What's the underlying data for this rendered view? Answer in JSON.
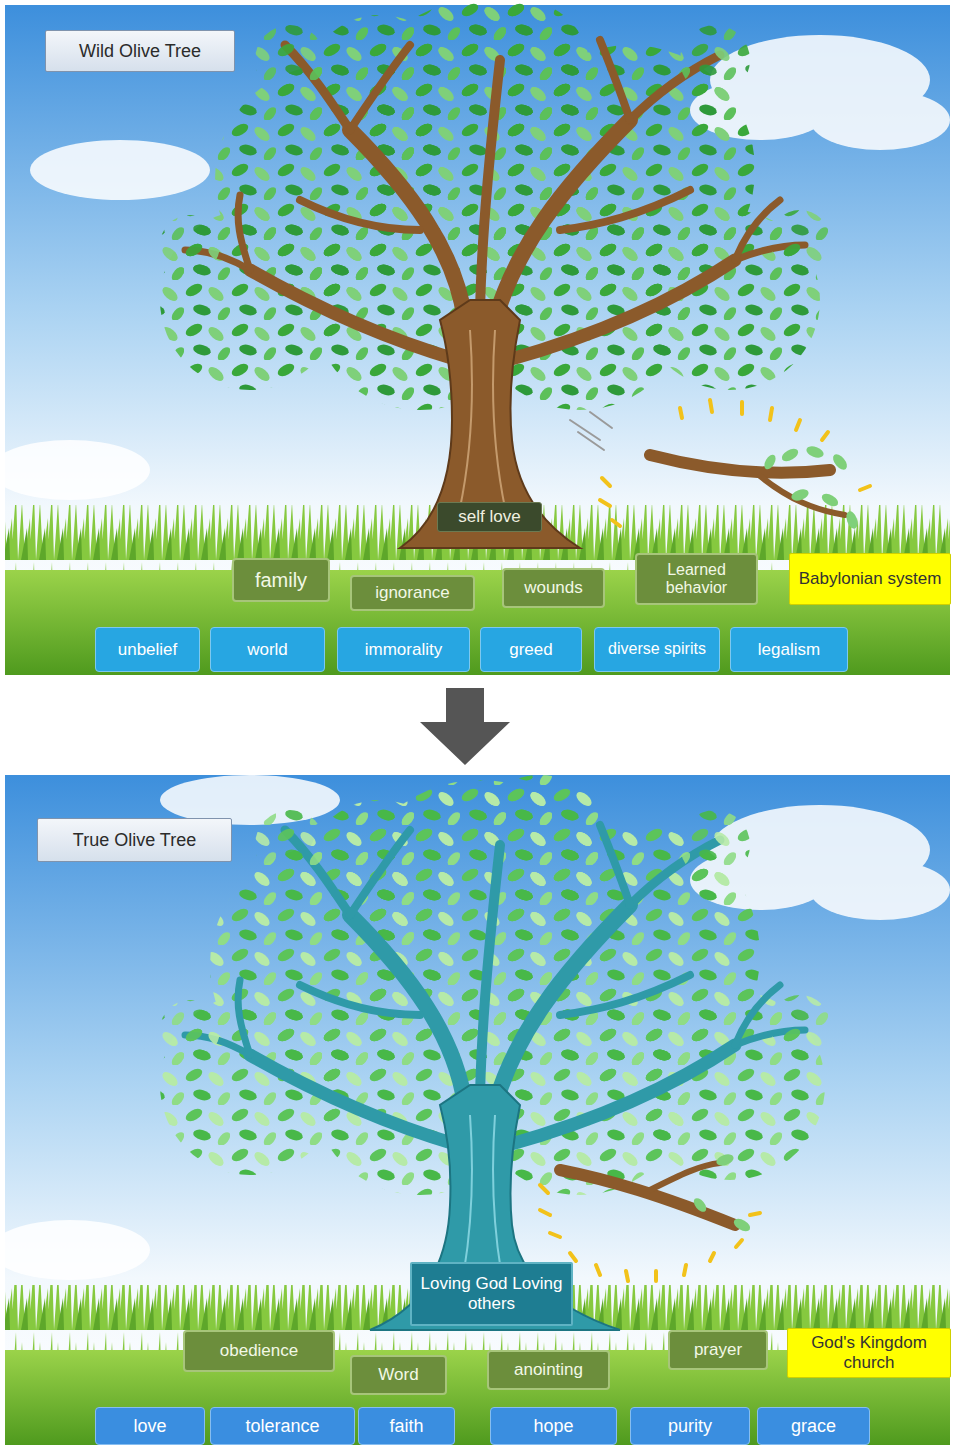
{
  "diagram": {
    "nodes": [
      {
        "text": [
          "Wild Olive Tree"
        ]
      },
      {
        "text": [
          "self love"
        ]
      },
      {
        "text": [
          "family"
        ]
      },
      {
        "text": [
          "ignorance"
        ]
      },
      {
        "text": [
          "wounds"
        ]
      },
      {
        "text": [
          "Learned behavior"
        ]
      },
      {
        "text": [
          "Babylonian system"
        ]
      },
      {
        "text": [
          "unbelief"
        ]
      },
      {
        "text": [
          "world"
        ]
      },
      {
        "text": [
          "immorality"
        ]
      },
      {
        "text": [
          "greed"
        ]
      },
      {
        "text": [
          "diverse spirits"
        ]
      },
      {
        "text": [
          "legalism"
        ]
      },
      {
        "text": [
          "True Olive Tree"
        ]
      },
      {
        "text": [
          "Loving God Loving others"
        ]
      },
      {
        "text": [
          "obedience"
        ]
      },
      {
        "text": [
          "Word"
        ]
      },
      {
        "text": [
          "anointing"
        ]
      },
      {
        "text": [
          "prayer"
        ]
      },
      {
        "text": [
          "God's Kingdom church"
        ]
      },
      {
        "text": [
          "love"
        ]
      },
      {
        "text": [
          "tolerance"
        ]
      },
      {
        "text": [
          "faith"
        ]
      },
      {
        "text": [
          "hope"
        ]
      },
      {
        "text": [
          "purity"
        ]
      },
      {
        "text": [
          "grace"
        ]
      }
    ]
  }
}
